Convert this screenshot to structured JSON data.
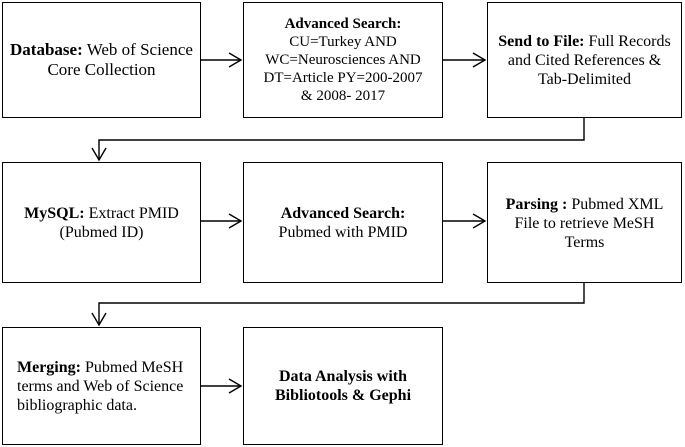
{
  "boxes": [
    {
      "name": "box-database",
      "bold": "Database:",
      "rest": " Web of Science Core Collection"
    },
    {
      "name": "box-advanced-search-wos",
      "bold": "Advanced Search:",
      "lines": [
        "CU=Turkey AND",
        "WC=Neurosciences AND",
        "DT=Article PY=200-2007",
        "& 2008- 2017"
      ]
    },
    {
      "name": "box-send-to-file",
      "bold": "Send to File:",
      "rest": " Full Records and Cited References & Tab-Delimited"
    },
    {
      "name": "box-mysql",
      "bold": "MySQL:",
      "rest": " Extract PMID (Pubmed ID)"
    },
    {
      "name": "box-advanced-search-pubmed",
      "bold": "Advanced Search:",
      "lines": [
        "Pubmed with PMID"
      ]
    },
    {
      "name": "box-parsing",
      "bold": "Parsing :",
      "rest": " Pubmed XML File to retrieve MeSH Terms"
    },
    {
      "name": "box-merging",
      "bold": "Merging:",
      "rest": " Pubmed MeSH terms and Web of Science bibliographic data."
    },
    {
      "name": "box-data-analysis",
      "bold": "Data Analysis with Bibliotools & Gephi"
    }
  ],
  "colors": {
    "stroke": "#000000",
    "fill": "#ffffff"
  }
}
